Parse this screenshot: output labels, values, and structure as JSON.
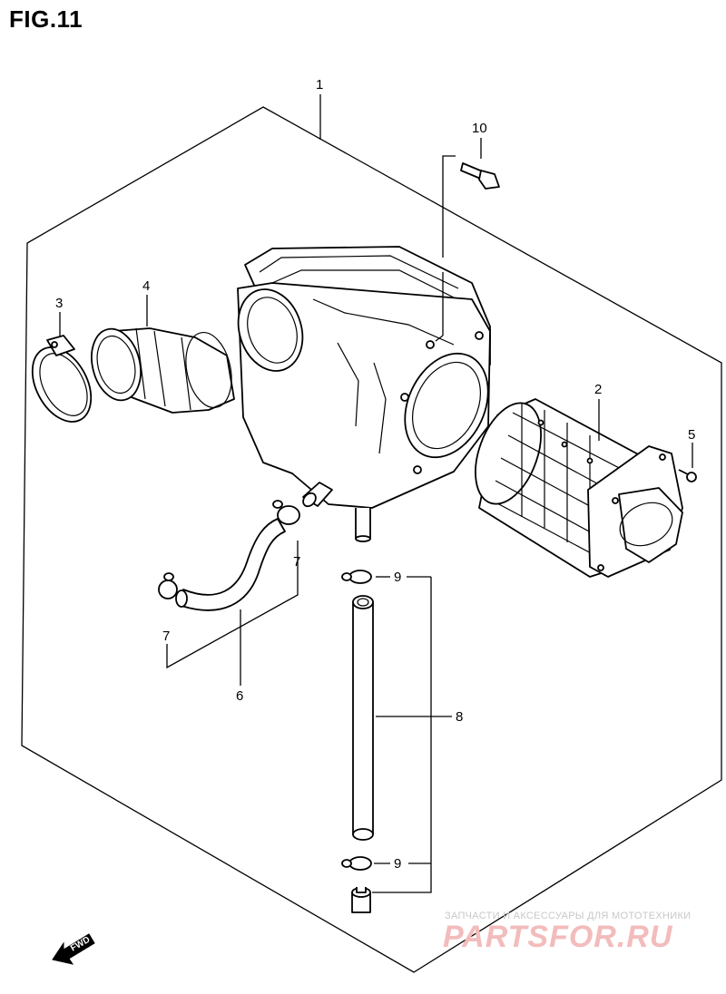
{
  "figure": {
    "title": "FIG.11"
  },
  "callouts": {
    "c1": "1",
    "c2": "2",
    "c3": "3",
    "c4": "4",
    "c5": "5",
    "c6": "6",
    "c7a": "7",
    "c7b": "7",
    "c8": "8",
    "c9a": "9",
    "c9b": "9",
    "c10": "10"
  },
  "direction_marker": {
    "label": "FWD"
  },
  "watermark": {
    "subtitle": "ЗАПЧАСТИ И АКСЕССУАРЫ ДЛЯ МОТОТЕХНИКИ",
    "brand": "PARTSFOR.RU"
  }
}
